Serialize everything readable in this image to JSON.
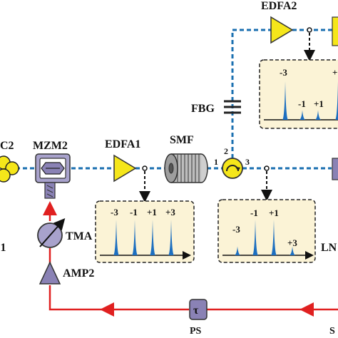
{
  "colors": {
    "optical_path": "#1a6fb0",
    "electrical_path": "#e02020",
    "amplifier": "#f5e61a",
    "device": "#8a82b5",
    "spectrum_bg": "#fbf3d6",
    "spectrum_line": "#1d6fc0"
  },
  "labels": {
    "pc2": "C2",
    "mzm2": "MZM2",
    "edfa1": "EDFA1",
    "smf": "SMF",
    "edfa2": "EDFA2",
    "fbg": "FBG",
    "tma": "TMA",
    "amp2": "AMP2",
    "ps": "PS",
    "ps_symbol": "τ",
    "left_cut": "'1",
    "lower_right_cut": "LN",
    "bottom_right_cut": "S",
    "port1": "1",
    "port2": "2",
    "port3": "3"
  },
  "spectra": {
    "edfa1_out": {
      "orders": [
        "-3",
        "-1",
        "+1",
        "+3"
      ],
      "heights": [
        1.0,
        1.0,
        1.0,
        1.0
      ]
    },
    "circulator_out": {
      "orders": [
        "-3",
        "-1",
        "+1",
        "+3"
      ],
      "heights": [
        0.25,
        1.0,
        1.0,
        0.25
      ]
    },
    "edfa2_out": {
      "orders": [
        "-3",
        "-1",
        "+1",
        "+"
      ],
      "heights": [
        1.0,
        0.25,
        0.25,
        1.0
      ]
    }
  }
}
